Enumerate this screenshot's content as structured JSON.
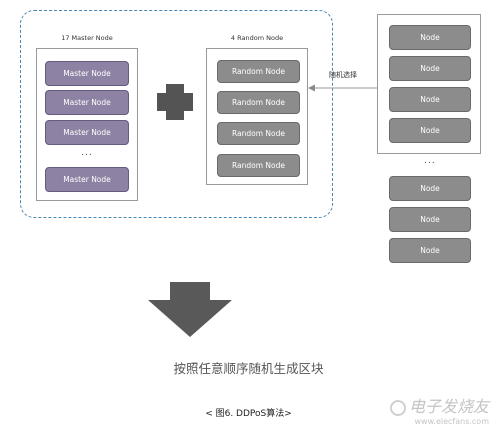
{
  "group": {
    "master_panel": {
      "title": "17 Master Node",
      "nodes": [
        "Master Node",
        "Master Node",
        "Master Node",
        "Master Node"
      ],
      "ellipsis": "..."
    },
    "random_panel": {
      "title": "4 Random Node",
      "nodes": [
        "Random Node",
        "Random Node",
        "Random Node",
        "Random Node"
      ]
    }
  },
  "pool": {
    "nodes": [
      "Node",
      "Node",
      "Node",
      "Node"
    ],
    "ellipsis": "...",
    "extra_nodes": [
      "Node",
      "Node",
      "Node"
    ]
  },
  "arrow_label": "随机选择",
  "result_caption": "按照任意顺序随机生成区块",
  "figure_caption": "< 图6. DDPoS算法>",
  "watermark": {
    "brand": "电子发烧友",
    "url": "www.elecfans.com"
  },
  "colors": {
    "master_node": "#8e82a4",
    "random_node": "#8c8c8c",
    "group_border": "#4a86b0",
    "plus": "#545454",
    "big_arrow": "#595959"
  }
}
